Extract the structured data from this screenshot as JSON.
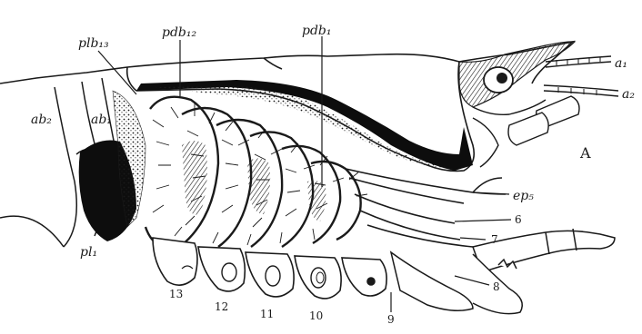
{
  "figure": {
    "letter": "A",
    "labels": {
      "pdb1": "pdb₁",
      "pdb12": "pdb₁₂",
      "plb13": "plb₁₃",
      "ab1": "ab₁",
      "ab2": "ab₂",
      "pl1": "pl₁",
      "a1": "a₁",
      "a2": "a₂",
      "eps": "ep₅",
      "n6": "6",
      "n7": "7",
      "n8": "8",
      "n9": "9",
      "n10": "10",
      "n11": "11",
      "n12": "12",
      "n13": "13"
    }
  },
  "colors": {
    "ink": "#1a1a1a",
    "paper": "#ffffff",
    "shade": "#0d0d0d"
  }
}
